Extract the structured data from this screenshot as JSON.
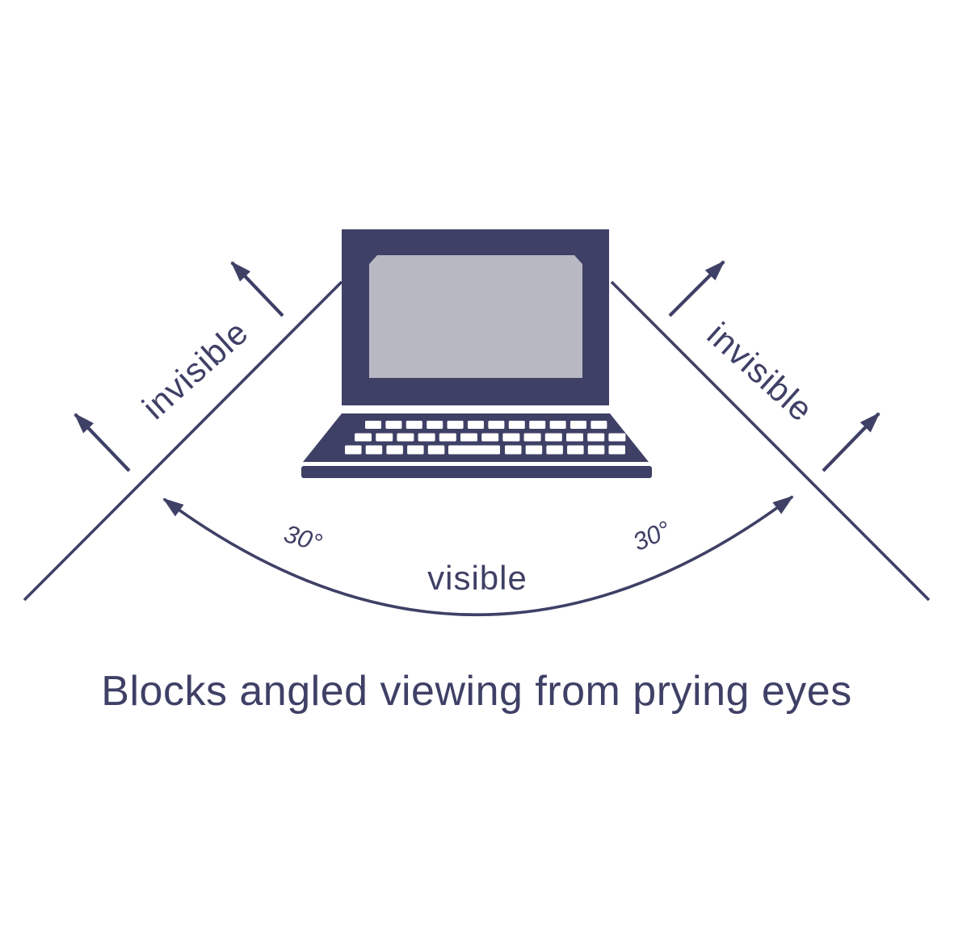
{
  "labels": {
    "invisible_left": "invisible",
    "invisible_right": "invisible",
    "angle_left": "30°",
    "angle_right": "30°",
    "visible": "visible"
  },
  "caption": "Blocks angled viewing from prying eyes",
  "colors": {
    "primary_navy": "#3f4066",
    "screen_gray": "#b8b8c3",
    "background": "#ffffff"
  },
  "icons": {
    "laptop": "laptop-front-view-icon",
    "arrow": "viewing-direction-arrow"
  }
}
